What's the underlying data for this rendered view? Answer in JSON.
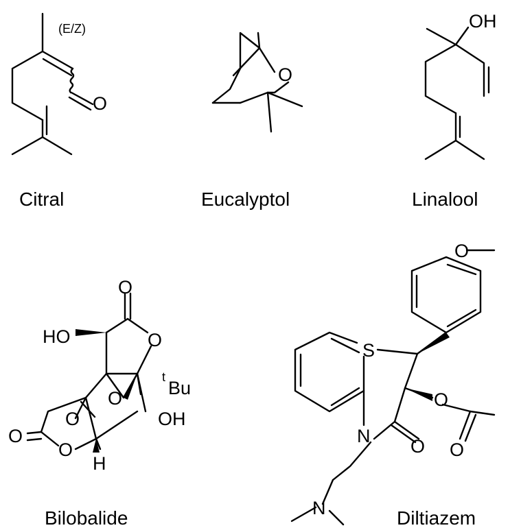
{
  "molecules": [
    {
      "id": "citral",
      "name": "Citral",
      "annotation": "(E/Z)",
      "atoms": {
        "o": "O"
      }
    },
    {
      "id": "eucalyptol",
      "name": "Eucalyptol",
      "atoms": {
        "o": "O"
      }
    },
    {
      "id": "linalool",
      "name": "Linalool",
      "atoms": {
        "oh": "OH"
      }
    },
    {
      "id": "bilobalide",
      "name": "Bilobalide",
      "atoms": {
        "o_top": "O",
        "ho": "HO",
        "o_ring": "O",
        "tbu_sup": "t",
        "tbu": "Bu",
        "o_bridge_a": "O",
        "o_bridge_b": "O",
        "oh": "OH",
        "o_left": "O",
        "o_lactone": "O",
        "h": "H"
      }
    },
    {
      "id": "diltiazem",
      "name": "Diltiazem",
      "atoms": {
        "o_methoxy": "O",
        "s": "S",
        "o_ester": "O",
        "n_ring": "N",
        "o_ketone": "O",
        "o_acetyl": "O",
        "n_amine": "N"
      }
    }
  ]
}
